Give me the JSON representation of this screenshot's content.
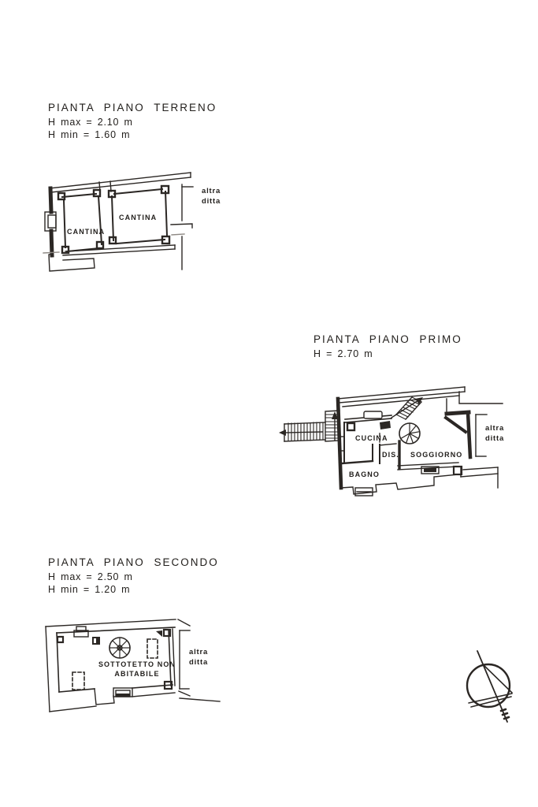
{
  "colors": {
    "paper": "#ffffff",
    "ink": "#2b2724"
  },
  "plans": [
    {
      "title": "PIANTA PIANO TERRENO",
      "heights": [
        "H max = 2.10 m",
        "H min = 1.60 m"
      ],
      "rooms": {
        "cantina_left": "CANTINA",
        "cantina_right": "CANTINA"
      },
      "adjacent": "altra\nditta"
    },
    {
      "title": "PIANTA PIANO PRIMO",
      "heights": [
        "H = 2.70 m"
      ],
      "rooms": {
        "cucina": "CUCINA",
        "dis": "DIS.",
        "soggiorno": "SOGGIORNO",
        "bagno": "BAGNO"
      },
      "adjacent": "altra\nditta"
    },
    {
      "title": "PIANTA PIANO SECONDO",
      "heights": [
        "H max = 2.50 m",
        "H min = 1.20 m"
      ],
      "rooms": {
        "sottotetto": "SOTTOTETTO NON\nABITABILE"
      },
      "adjacent": "altra\nditta"
    }
  ],
  "icons": {
    "north_arrow": "north-arrow-compass"
  }
}
